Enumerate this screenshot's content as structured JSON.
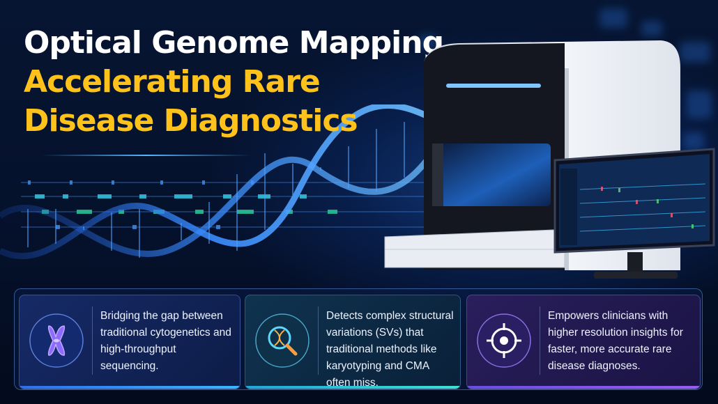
{
  "headline": {
    "line1": "Optical Genome Mapping",
    "line2": "Accelerating Rare",
    "line3": "Disease Diagnostics"
  },
  "colors": {
    "title_white": "#ffffff",
    "title_accent": "#ffc21a",
    "background": "#04102a",
    "dna_blue": "#3a8dff"
  },
  "features": [
    {
      "icon": "chromosome-icon",
      "text": "Bridging the gap between traditional cytogenetics and high-throughput sequencing."
    },
    {
      "icon": "dna-magnifier-icon",
      "text": "Detects complex structural variations (SVs) that traditional methods like karyotyping and CMA often miss."
    },
    {
      "icon": "target-crosshair-icon",
      "text": "Empowers clinicians with higher resolution insights for faster, more accurate rare disease diagnoses."
    }
  ]
}
